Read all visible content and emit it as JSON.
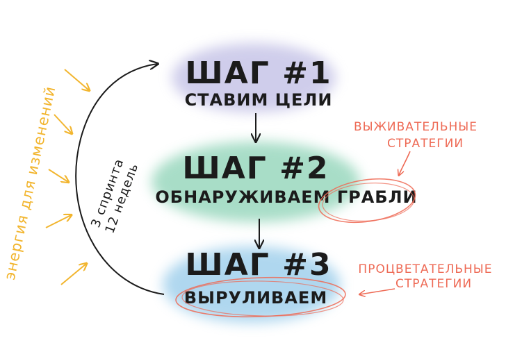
{
  "steps": [
    {
      "title": "ШАГ #1",
      "subtitle": "СТАВИМ ЦЕЛИ",
      "color": "#a9a6db"
    },
    {
      "title": "ШАГ #2",
      "subtitle": "ОБНАРУЖИВАЕМ ГРАБЛИ",
      "color": "#6fc7a3"
    },
    {
      "title": "ШАГ #3",
      "subtitle": "ВЫРУЛИВАЕМ",
      "color": "#6fb7e2"
    }
  ],
  "notes": {
    "survival": {
      "line1": "ВЫЖИВАТЕЛЬНЫЕ",
      "line2": "СТРАТЕГИИ"
    },
    "thriving": {
      "line1": "ПРОЦВЕТАТЕЛЬНЫЕ",
      "line2": "СТРАТЕГИИ"
    }
  },
  "energy_label": "энергия для изменений",
  "cycle": {
    "line1": "3 спринта",
    "line2": "12 недель"
  },
  "colors": {
    "note": "#ee6a55",
    "energy": "#f2b52e",
    "ink": "#1b1b1b"
  }
}
